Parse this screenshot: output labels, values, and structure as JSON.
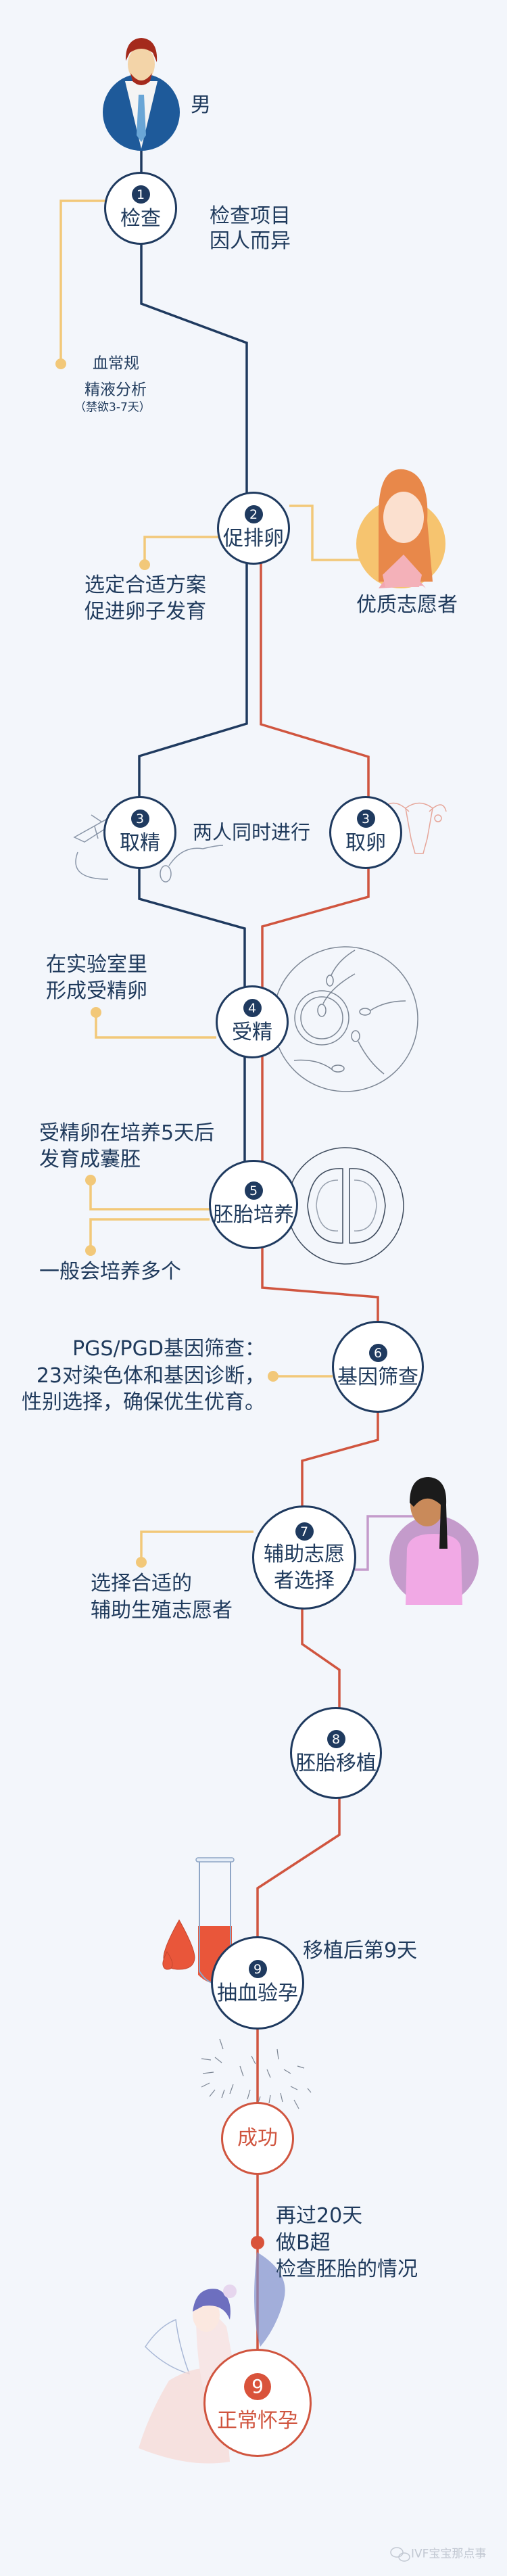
{
  "colors": {
    "navy": "#1f3a5f",
    "red": "#d0553f",
    "yellow": "#f2c879",
    "purple": "#c49bcb",
    "background": "#f3f6fb"
  },
  "male": {
    "label": "男"
  },
  "steps": {
    "check": {
      "number": "1",
      "label": "检查",
      "note": [
        "检查项目",
        "因人而异"
      ],
      "items": [
        "血常规",
        "精液分析",
        "（禁欲3-7天）"
      ]
    },
    "ovulation": {
      "number": "2",
      "label": "促排卵",
      "note": [
        "选定合适方案",
        "促进卵子发育"
      ],
      "donor_label": "优质志愿者"
    },
    "sperm_retrieval": {
      "number": "3",
      "label": "取精"
    },
    "egg_retrieval": {
      "number": "3",
      "label": "取卵"
    },
    "simultaneous": "两人同时进行",
    "fertilization": {
      "number": "4",
      "label": "受精",
      "note": [
        "在实验室里",
        "形成受精卵"
      ]
    },
    "culture": {
      "number": "5",
      "label": "胚胎培养",
      "note": [
        "受精卵在培养5天后",
        "发育成囊胚"
      ],
      "note2": "一般会培养多个"
    },
    "screening": {
      "number": "6",
      "label": "基因筛查",
      "note": [
        "PGS/PGD基因筛查：",
        "23对染色体和基因诊断，",
        "性别选择，确保优生优育。"
      ]
    },
    "surrogate": {
      "number": "7",
      "label": [
        "辅助志愿",
        "者选择"
      ],
      "note": [
        "选择合适的",
        "辅助生殖志愿者"
      ]
    },
    "transfer": {
      "number": "8",
      "label": "胚胎移植"
    },
    "blood_test": {
      "number": "9",
      "label": "抽血验孕",
      "note": "移植后第9天"
    },
    "success": {
      "label": "成功"
    },
    "ultrasound_note": [
      "再过20天",
      "做B超",
      "检查胚胎的情况"
    ],
    "pregnancy": {
      "number": "9",
      "label": "正常怀孕"
    }
  },
  "watermark": "IVF宝宝那点事"
}
